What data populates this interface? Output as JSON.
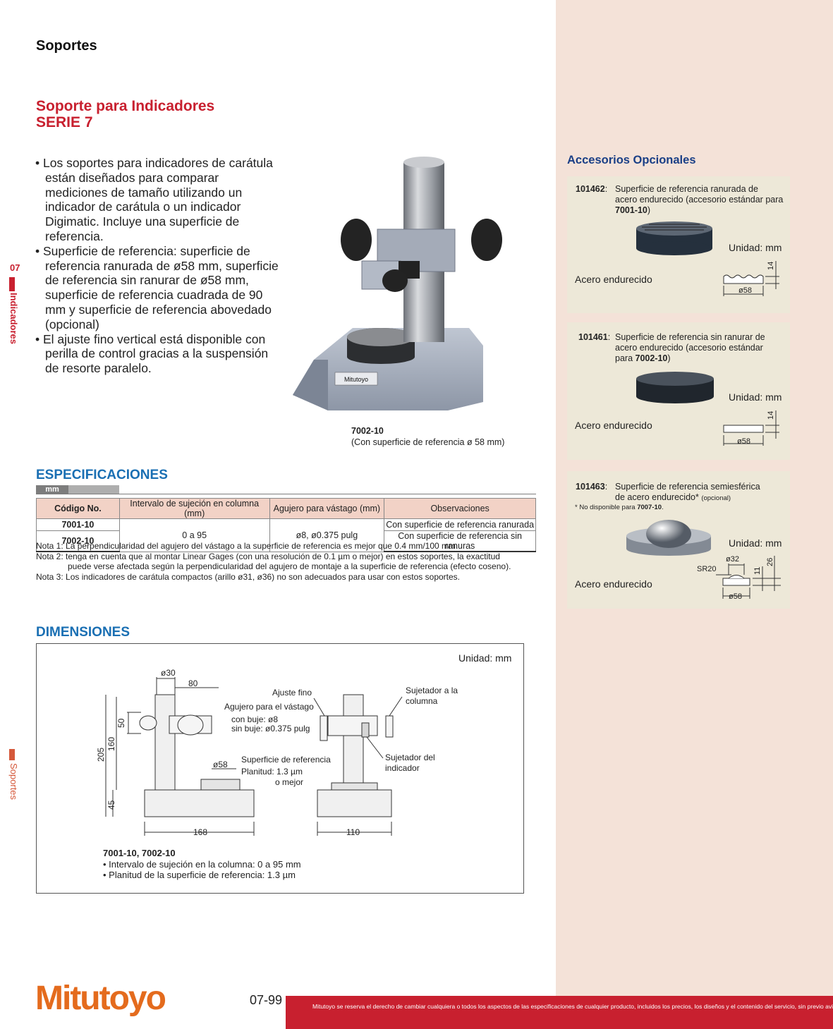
{
  "header": {
    "section": "Soportes"
  },
  "product": {
    "title_line1": "Soporte para Indicadores",
    "title_line2": "SERIE 7"
  },
  "side_tabs": {
    "number": "07",
    "chapter": "Indicadores",
    "subchapter": "Soportes"
  },
  "bullets": [
    "Los soportes para indicadores de carátula están diseñados para comparar mediciones de tamaño utilizando un indicador de carátula o un indicador Digimatic. Incluye una superficie de referencia.",
    "Superficie de referencia: superficie de referencia ranurada de ø58 mm, superficie de referencia sin ranurar de ø58 mm, superficie de referencia cuadrada de 90 mm y superficie de referencia abovedado (opcional)",
    "El ajuste fino vertical está disponible con perilla de control gracias a la suspensión de resorte paralelo."
  ],
  "photo": {
    "brand": "Mitutoyo",
    "model": "7002-10",
    "caption": "(Con superficie de referencia ø 58 mm)"
  },
  "specs": {
    "title": "ESPECIFICACIONES",
    "unit": "mm",
    "headers": [
      "Código No.",
      "Intervalo de sujeción en columna (mm)",
      "Agujero para vástago (mm)",
      "Observaciones"
    ],
    "rows": [
      {
        "code": "7001-10",
        "range": "0 a 95",
        "hole": "ø8, ø0.375 pulg",
        "obs": "Con superficie de referencia ranurada"
      },
      {
        "code": "7002-10",
        "obs": "Con superficie de referencia sin ranuras"
      }
    ],
    "notes": [
      "Nota 1: La perpendicularidad del agujero del vástago a la superficie de referencia es mejor que 0.4 mm/100 mm.",
      "Nota 2: tenga en cuenta que al montar Linear Gages (con una resolución de 0.1 µm o mejor) en estos soportes, la exactitud",
      "puede verse afectada según la perpendicularidad del agujero de montaje a la superficie de referencia (efecto coseno).",
      "Nota 3: Los indicadores de carátula compactos (arillo ø31, ø36) no son adecuados para usar con estos soportes."
    ]
  },
  "dimensions": {
    "title": "DIMENSIONES",
    "unit": "Unidad: mm",
    "labels": {
      "d30": "ø30",
      "w80": "80",
      "h50": "50",
      "h160": "160",
      "h205": "205",
      "h45": "45",
      "d58": "ø58",
      "w168": "168",
      "w110": "110",
      "fine_adjust": "Ajuste fino",
      "stem_hole": "Agujero para el vástago",
      "with_bushing": "con buje: ø8",
      "without_bushing": "sin buje: ø0.375 pulg",
      "ref_surface": "Superficie de referencia",
      "flatness": "Planitud: 1.3 µm",
      "or_better": "o mejor",
      "column_clamp_1": "Sujetador a la",
      "column_clamp_2": "columna",
      "indicator_clamp_1": "Sujetador del",
      "indicator_clamp_2": "indicador"
    },
    "caption_title": "7001-10, 7002-10",
    "caption_lines": [
      "Intervalo de sujeción en la columna: 0 a 95 mm",
      "Planitud de la superficie de referencia: 1.3 µm"
    ]
  },
  "accessories": {
    "title": "Accesorios Opcionales",
    "items": [
      {
        "code": "101462",
        "desc1": "Superficie de referencia ranurada de",
        "desc2": "acero endurecido (accesorio estándar para",
        "desc3": "7001-10",
        "unit": "Unidad: mm",
        "material": "Acero endurecido",
        "dim_h": "14",
        "dim_d": "ø58"
      },
      {
        "code": "101461",
        "desc1": "Superficie de referencia sin ranurar de",
        "desc2": "acero endurecido (accesorio estándar",
        "desc3": "7002-10",
        "unit": "Unidad: mm",
        "material": "Acero endurecido",
        "dim_h": "14",
        "dim_d": "ø58"
      },
      {
        "code": "101463",
        "desc1": "Superficie de referencia semiesférica",
        "desc2": "de acero endurecido*",
        "desc2_small": "(opcional)",
        "note_prefix": "* No disponible para",
        "note_model": "7007-10",
        "unit": "Unidad: mm",
        "material": "Acero endurecido",
        "dim_top": "ø32",
        "dim_sr": "SR20",
        "dim_h1": "11",
        "dim_h2": "26",
        "dim_d": "ø58"
      }
    ]
  },
  "footer": {
    "logo": "Mitutoyo",
    "page": "07-99",
    "disclaimer": "Mitutoyo se reserva el derecho de cambiar cualquiera o todos los aspectos de las especificaciones de cualquier producto, incluidos los precios, los diseños y el contenido del servicio, sin previo aviso"
  }
}
